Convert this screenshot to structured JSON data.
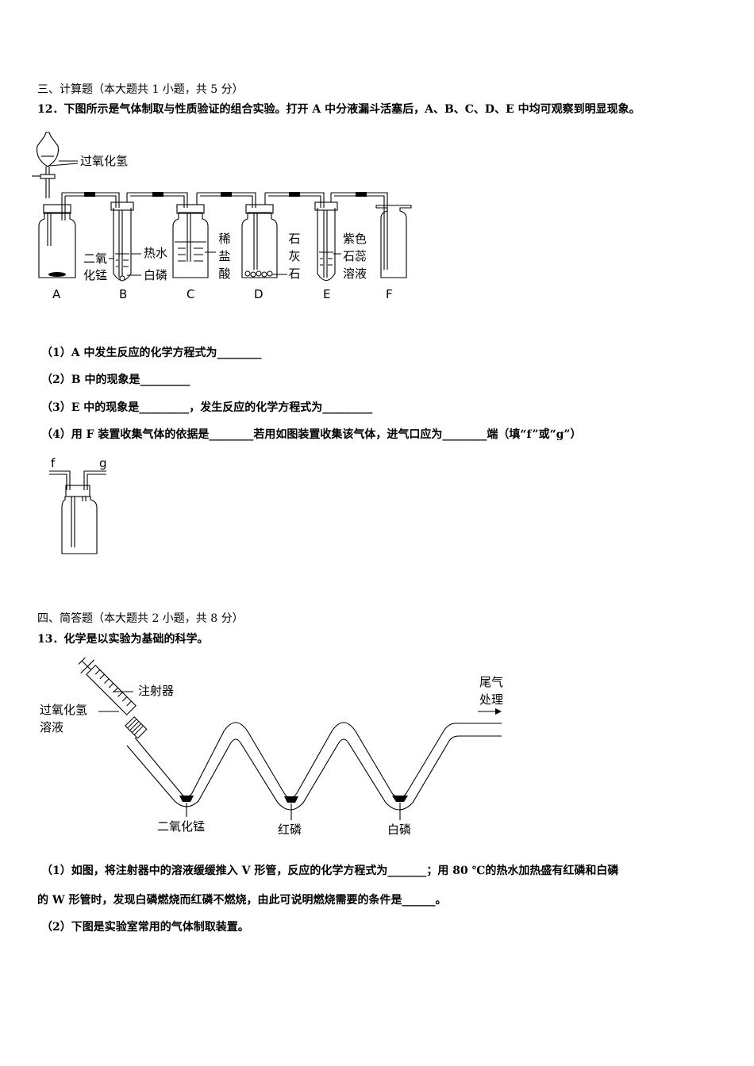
{
  "section3": {
    "heading": "三、计算题（本大题共 1 小题，共 5 分）",
    "q12_stem": "12．下图所示是气体制取与性质验证的组合实验。打开 A 中分液漏斗活塞后，A、B、C、D、E 中均可观察到明显现象。",
    "figure1": {
      "funnel_label": "过氧化氢",
      "b_left_top": "二氧",
      "b_left_bottom": "化锰",
      "b_right_top": "热水",
      "b_right_bottom": "白磷",
      "c_label_chars": [
        "稀",
        "盐",
        "酸"
      ],
      "d_label_chars": [
        "石",
        "灰",
        "石"
      ],
      "e_label_lines": [
        "紫色",
        "石蕊",
        "溶液"
      ],
      "letters": [
        "A",
        "B",
        "C",
        "D",
        "E",
        "F"
      ]
    },
    "q1": "（1）A 中发生反应的化学方程式为________",
    "q2": "（2）B 中的现象是_________",
    "q3": "（3）E 中的现象是_________，发生反应的化学方程式为_________",
    "q4": "（4）用 F 装置收集气体的依据是________若用如图装置收集该气体，进气口应为________端（填“f”或“g”）",
    "figure2": {
      "f_label": "f",
      "g_label": "g"
    }
  },
  "section4": {
    "heading": "四、简答题（本大题共 2 小题，共 8 分）",
    "q13_stem": "13．化学是以实验为基础的科学。",
    "figure3": {
      "syringe_label": "注射器",
      "solution_label_1": "过氧化氢",
      "solution_label_2": "溶液",
      "tail_gas_1": "尾气",
      "tail_gas_2": "处理",
      "mno2_label": "二氧化锰",
      "red_p_label": "红磷",
      "white_p_label": "白磷"
    },
    "q13_1_line1": "（1）如图，将注射器中的溶液缓缓推入 V 形管，反应的化学方程式为_______；用 80 ℃的热水加热盛有红磷和白磷",
    "q13_1_line2": "的 W 形管时，发现白磷燃烧而红磷不燃烧，由此可说明燃烧需要的条件是______。",
    "q13_2": "（2）下图是实验室常用的气体制取装置。"
  }
}
